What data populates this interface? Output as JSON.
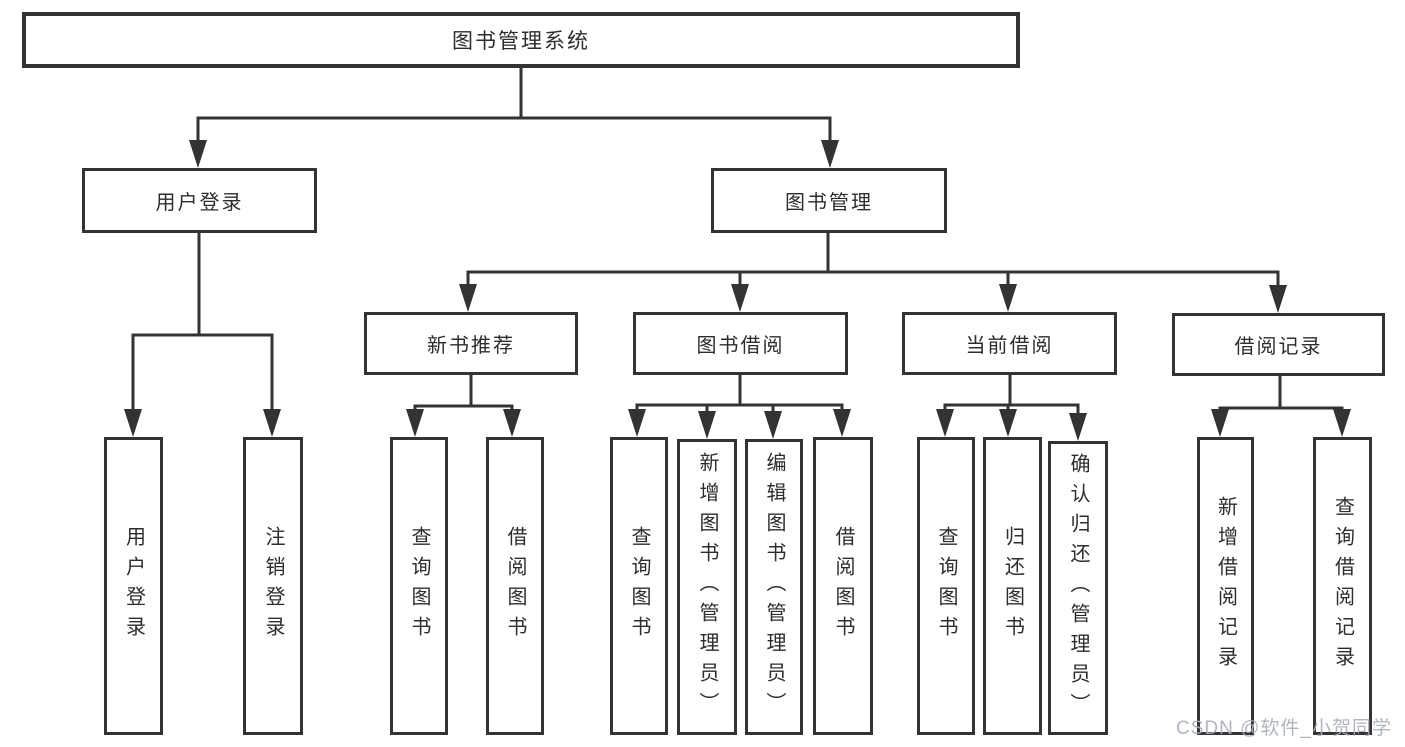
{
  "colors": {
    "background": "#ffffff",
    "line": "#333333",
    "box_border": "#333333",
    "text": "#2d2d2d",
    "watermark": "#a9aeb9"
  },
  "tree": {
    "root": {
      "label": "图书管理系统"
    },
    "level2": [
      {
        "label": "用户登录",
        "leaves": [
          {
            "label": "用户登录"
          },
          {
            "label": "注销登录"
          }
        ]
      },
      {
        "label": "图书管理",
        "groups": [
          {
            "label": "新书推荐",
            "leaves": [
              {
                "label": "查询图书"
              },
              {
                "label": "借阅图书"
              }
            ]
          },
          {
            "label": "图书借阅",
            "leaves": [
              {
                "label": "查询图书"
              },
              {
                "label": "新增图书（管理员）"
              },
              {
                "label": "编辑图书（管理员）"
              },
              {
                "label": "借阅图书"
              }
            ]
          },
          {
            "label": "当前借阅",
            "leaves": [
              {
                "label": "查询图书"
              },
              {
                "label": "归还图书"
              },
              {
                "label": "确认归还（管理员）"
              }
            ]
          },
          {
            "label": "借阅记录",
            "leaves": [
              {
                "label": "新增借阅记录"
              },
              {
                "label": "查询借阅记录"
              }
            ]
          }
        ]
      }
    ]
  },
  "watermark": {
    "text": "CSDN @软件_小贺同学"
  }
}
